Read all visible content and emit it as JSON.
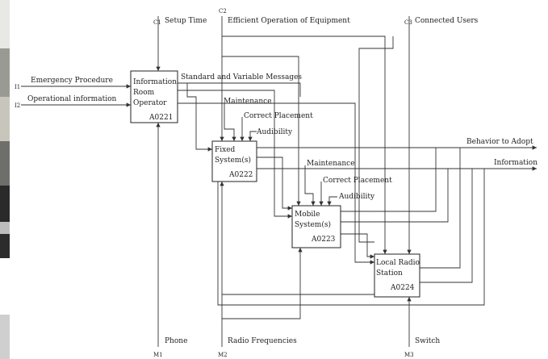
{
  "left_strip": {
    "bands": [
      "#e8e8e4",
      "#9a9a94",
      "#c8c6bc",
      "#6e6e6a",
      "#2a2a2a",
      "#bdbdbd",
      "#2c2c2c",
      "#ffffff",
      "#cfcfcf"
    ]
  },
  "diagram": {
    "inputs": {
      "emergency": "Emergency Procedure",
      "operational": "Operational information",
      "i1": "I1",
      "i2": "I2"
    },
    "controls": {
      "setup_time": "Setup Time",
      "efficient_operation": "Efficient Operation of Equipment",
      "connected_users": "Connected Users",
      "c1": "C1",
      "c2": "C2",
      "c3": "C3"
    },
    "mechanisms": {
      "phone": "Phone",
      "radio_frequencies": "Radio Frequencies",
      "switch": "Switch",
      "m1": "M1",
      "m2": "M2",
      "m3": "M3"
    },
    "outputs": {
      "behavior": "Behavior to Adopt",
      "information": "Information"
    },
    "internal": {
      "standard_message": "Standard and Variable Messages",
      "maintenance_1": "Maintenance",
      "correct_placement_1": "Correct Placement",
      "audibility_1": "Audibility",
      "maintenance_2": "Maintenance",
      "correct_placement_2": "Correct Placement",
      "audibility_2": "Audibility"
    },
    "boxes": [
      {
        "title": "Information\nRoom\nOperator",
        "ref": "A0221"
      },
      {
        "title": "Fixed\nSystem(s)",
        "ref": "A0222"
      },
      {
        "title": "Mobile\nSystem(s)",
        "ref": "A0223"
      },
      {
        "title": "Local Radio\nStation",
        "ref": "A0224"
      }
    ]
  }
}
